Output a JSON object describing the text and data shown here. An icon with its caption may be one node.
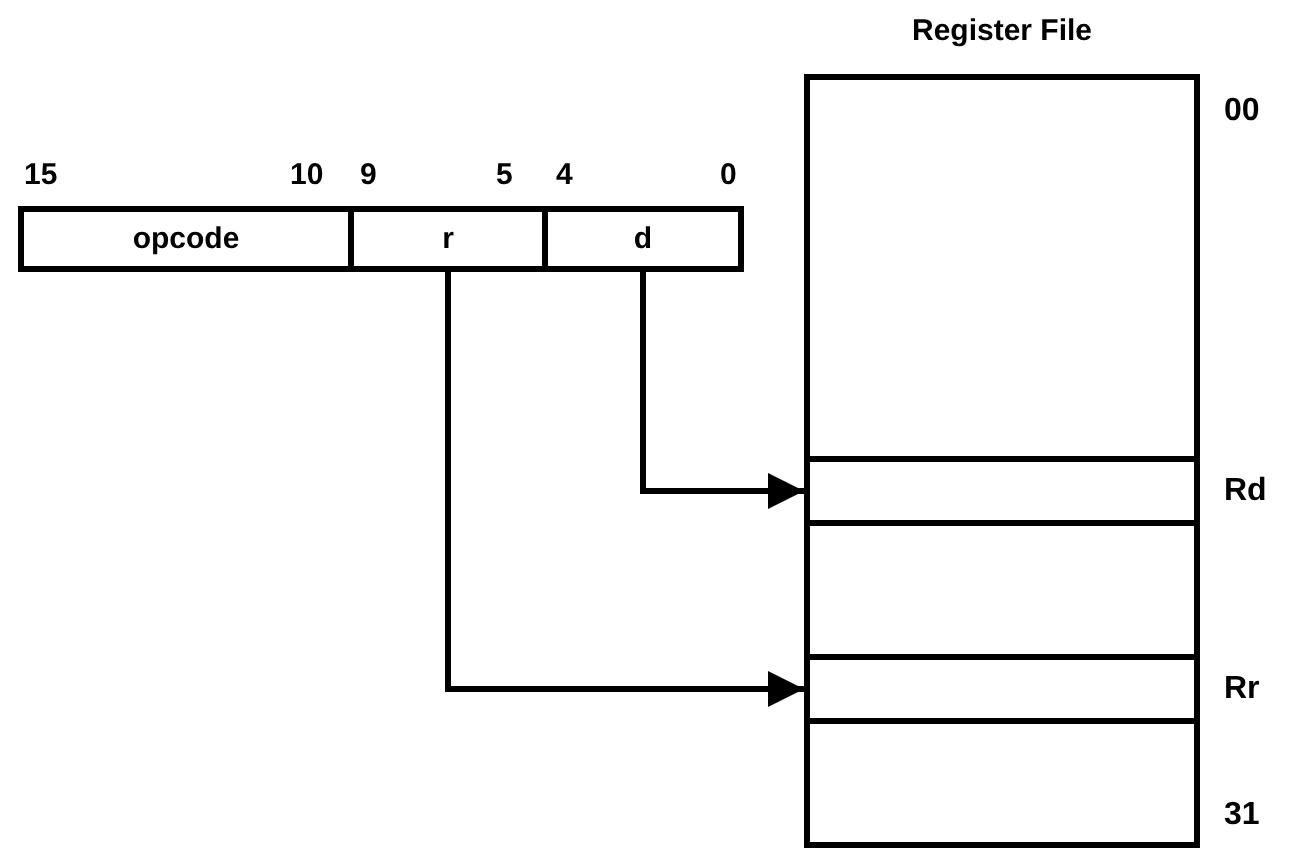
{
  "diagram": {
    "nodes": [
      {
        "text": [
          "opcode"
        ]
      },
      {
        "text": [
          "r"
        ]
      },
      {
        "text": [
          "d"
        ]
      },
      {
        "text": [
          "Register File"
        ]
      },
      {
        "text": [],
        "shape": "box",
        "in": 3,
        "beside": [
          "Rd"
        ]
      },
      {
        "text": [],
        "shape": "box",
        "in": 3,
        "beside": [
          "Rr"
        ]
      }
    ],
    "edges": [
      {
        "from": 2,
        "to": 4,
        "arrow": "to"
      },
      {
        "from": 1,
        "to": 5,
        "arrow": "to"
      }
    ],
    "labels": [
      "15",
      "10",
      "9",
      "5",
      "4",
      "0",
      "00",
      "31"
    ]
  }
}
